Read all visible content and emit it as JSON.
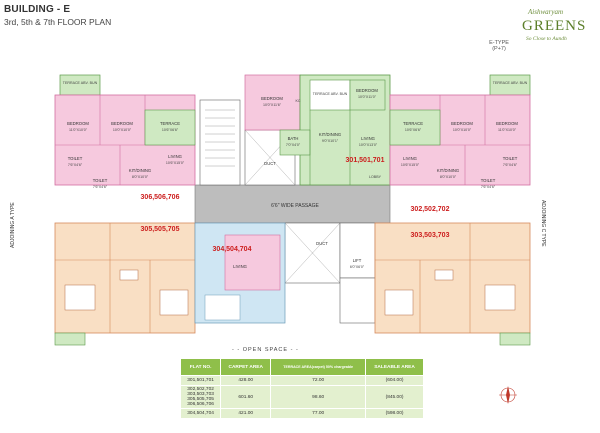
{
  "header": {
    "title": "BUILDING - E",
    "subtitle": "3rd, 5th & 7th FLOOR PLAN"
  },
  "logo": {
    "top": "Aishwaryam",
    "main": "GREENS",
    "sub": "So Close to Aundh",
    "color": "#5c7f2a"
  },
  "etype": {
    "line1": "E-TYPE",
    "line2": "(P+7)"
  },
  "rooms": {
    "terrace_abv_bun_left": "TERRACE ABV. BUN",
    "terrace_abv_bun_right": "TERRACE ABV. BUN",
    "bedroom_l1": "BEDROOM",
    "bedroom_l1_size": "11'0\"X10'0\"",
    "bedroom_l2": "BEDROOM",
    "bedroom_l2_size": "10'0\"X10'0\"",
    "terrace_l": "TERRACE",
    "terrace_l_size": "10'6\"X6'6\"",
    "toilet_l": "TOILET",
    "toilet_l_size": "7'6\"X4'6\"",
    "toilet_l2": "TOILET",
    "toilet_l2_size": "7'6\"X4'6\"",
    "kit_l": "KIT/DINING",
    "kit_l_size": "8'0\"X10'0\"",
    "living_l": "LIVING",
    "living_l_size": "10'6\"X15'0\"",
    "bedroom_c": "BEDROOM",
    "bedroom_c_size": "10'0\"X11'6\"",
    "kc": "KC",
    "terrace_c": "TERRACE ABV. BUN",
    "bedroom_c2": "BEDROOM",
    "bedroom_c2_size": "10'0\"X11'0\"",
    "bath_c": "BATH",
    "bath_c_size": "7'0\"X4'0\"",
    "kit_c": "KIT/DINING",
    "kit_c_size": "9'0\"X10'1\"",
    "living_c": "LIVING",
    "living_c_size": "10'0\"X13'0\"",
    "duct": "DUCT",
    "duct2": "DUCT",
    "lobby": "LOBBY",
    "lift": "LIFT",
    "lift_size": "6'0\"X6'0\"",
    "terrace_r": "TERRACE",
    "terrace_r_size": "10'6\"X6'6\"",
    "bedroom_r1": "BEDROOM",
    "bedroom_r1_size": "10'0\"X10'0\"",
    "bedroom_r2": "BEDROOM",
    "bedroom_r2_size": "11'0\"X10'0\"",
    "kit_r": "KIT/DINING",
    "kit_r_size": "8'0\"X10'0\"",
    "living_r": "LIVING",
    "living_r_size": "10'6\"X15'0\"",
    "toilet_r": "TOILET",
    "toilet_r_size": "7'6\"X4'6\"",
    "toilet_r2": "TOILET",
    "toilet_r2_size": "7'6\"X4'6\"",
    "living_bl": "LIVING",
    "passage": "6'6\" WIDE PASSAGE"
  },
  "flats": {
    "f301": "301,501,701",
    "f306": "306,506,706",
    "f302": "302,502,702",
    "f305": "305,505,705",
    "f304": "304,504,704",
    "f303": "303,503,703"
  },
  "labels": {
    "open_space": "- - OPEN SPACE - -",
    "adjoining_left": "ADJOINING A TYPE",
    "adjoining_right": "ADJOINING C TYPE"
  },
  "table": {
    "headers": [
      "FLAT NO.",
      "CARPET AREA",
      "TERRACE AREA(carpet) 50% chargeable",
      "SALEABLE AREA"
    ],
    "rows": [
      {
        "flat": "301,501,701",
        "carpet": "428.00",
        "terrace": "72.00",
        "saleable": "(604.00)"
      },
      {
        "flat_lines": [
          "302,502,702",
          "303,503,703",
          "305,505,705",
          "306,506,706"
        ],
        "carpet": "601.60",
        "terrace": "98.60",
        "saleable": "(845.00)"
      },
      {
        "flat": "304,504,704",
        "carpet": "421.00",
        "terrace": "77.00",
        "saleable": "(598.00)"
      }
    ]
  },
  "colors": {
    "pink": "#f6c9de",
    "pink_stroke": "#d26fa0",
    "green": "#cfe9c2",
    "green_stroke": "#5c9a4a",
    "peach": "#f9dfc4",
    "peach_stroke": "#d68a5c",
    "blue": "#cfe6f3",
    "gray": "#bfbfbf",
    "red_label": "#cc1c1c"
  }
}
